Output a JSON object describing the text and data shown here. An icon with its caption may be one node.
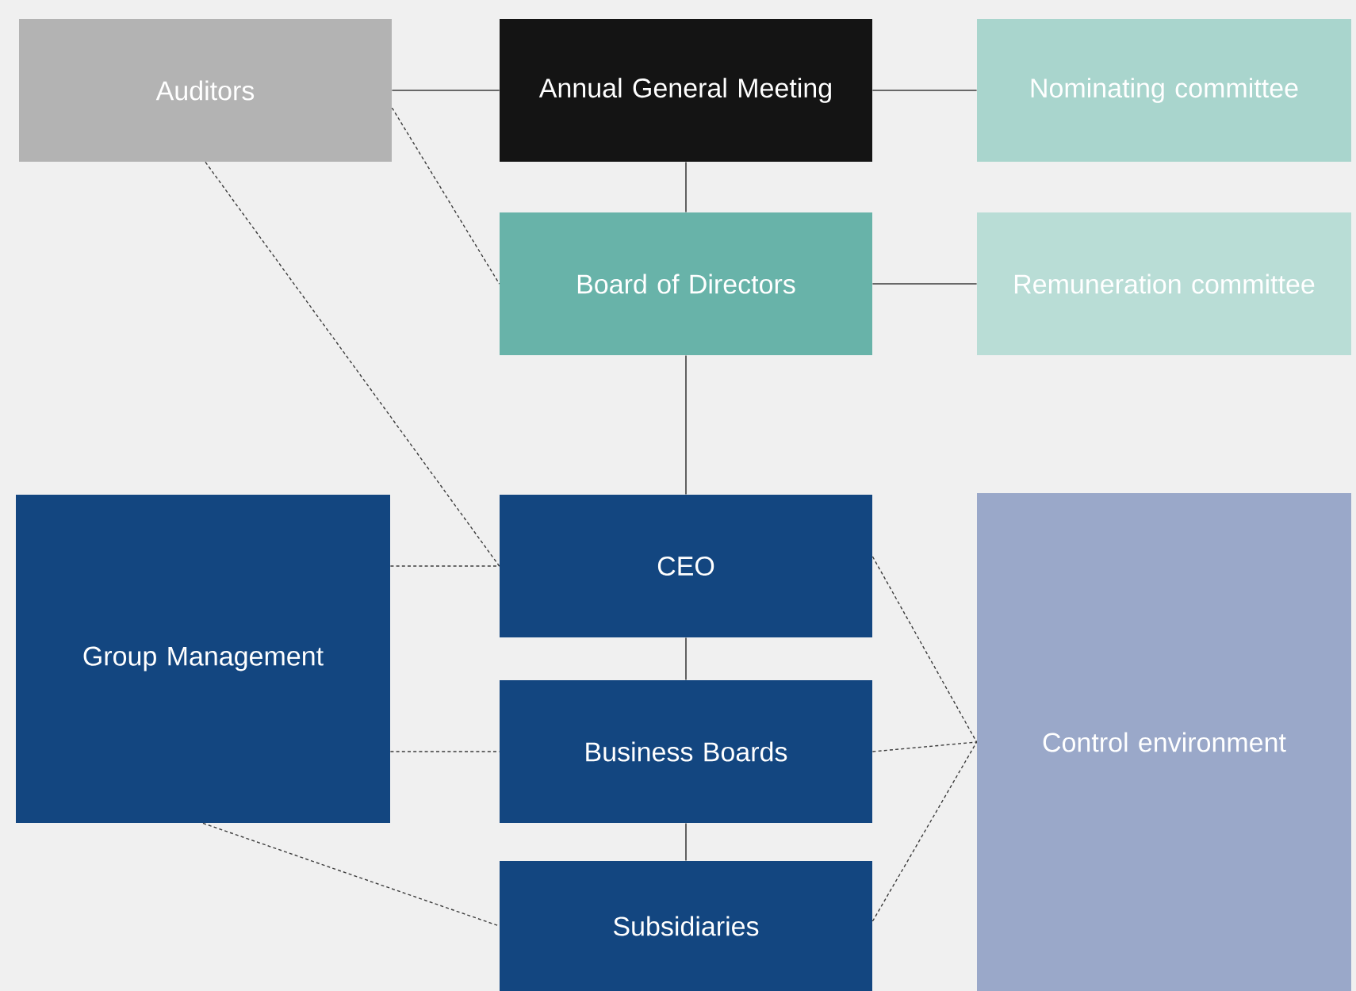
{
  "diagram": {
    "nodes": [
      {
        "text": [
          "Auditors"
        ]
      },
      {
        "text": [
          "Annual General Meeting"
        ]
      },
      {
        "text": [
          "Nominating committee"
        ]
      },
      {
        "text": [
          "Board of Directors"
        ]
      },
      {
        "text": [
          "Remuneration committee"
        ]
      },
      {
        "text": [
          "Group Management"
        ]
      },
      {
        "text": [
          "CEO"
        ]
      },
      {
        "text": [
          "Business Boards"
        ]
      },
      {
        "text": [
          "Subsidiaries"
        ]
      },
      {
        "text": [
          "Control environment"
        ]
      }
    ],
    "edges": [
      {
        "from": 0,
        "to": 1,
        "arrow": "none"
      },
      {
        "from": 1,
        "to": 2,
        "arrow": "none"
      },
      {
        "from": 1,
        "to": 3,
        "arrow": "none"
      },
      {
        "from": 3,
        "to": 4,
        "arrow": "none"
      },
      {
        "from": 0,
        "to": 3,
        "arrow": "none",
        "style": "dashed"
      },
      {
        "from": 0,
        "to": 6,
        "arrow": "none",
        "style": "dashed"
      },
      {
        "from": 3,
        "to": 6,
        "arrow": "none"
      },
      {
        "from": 5,
        "to": 6,
        "arrow": "none",
        "style": "dashed"
      },
      {
        "from": 6,
        "to": 7,
        "arrow": "none"
      },
      {
        "from": 5,
        "to": 7,
        "arrow": "none",
        "style": "dashed"
      },
      {
        "from": 7,
        "to": 8,
        "arrow": "none"
      },
      {
        "from": 5,
        "to": 8,
        "arrow": "none",
        "style": "dashed"
      },
      {
        "from": 6,
        "to": 9,
        "arrow": "none",
        "style": "dashed"
      },
      {
        "from": 7,
        "to": 9,
        "arrow": "none",
        "style": "dashed"
      },
      {
        "from": 8,
        "to": 9,
        "arrow": "none",
        "style": "dashed"
      }
    ]
  }
}
